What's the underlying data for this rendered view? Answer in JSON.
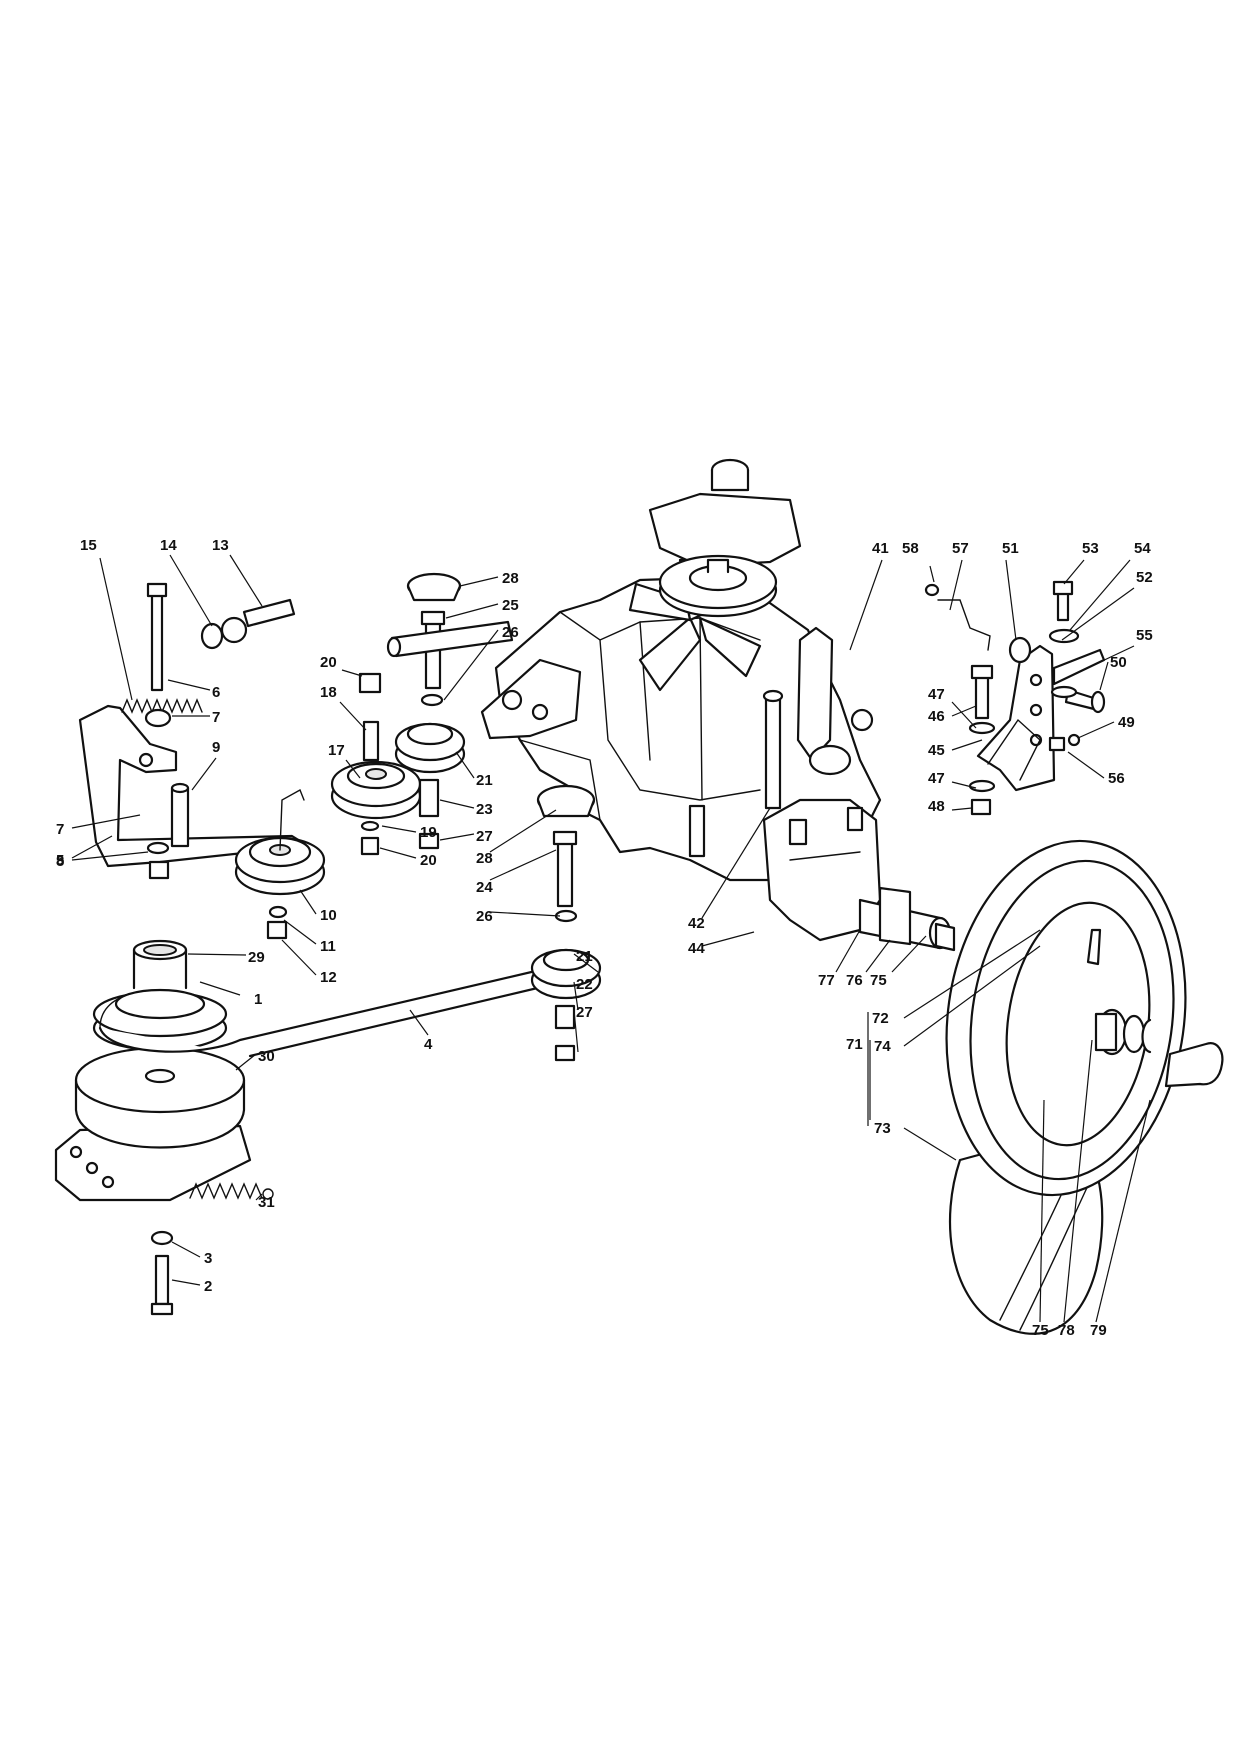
{
  "callouts": [
    "1",
    "2",
    "3",
    "4",
    "5",
    "6",
    "7",
    "7",
    "8",
    "9",
    "10",
    "11",
    "12",
    "13",
    "14",
    "15",
    "17",
    "18",
    "19",
    "20",
    "20",
    "21",
    "21",
    "22",
    "23",
    "24",
    "25",
    "26",
    "26",
    "27",
    "27",
    "28",
    "28",
    "29",
    "30",
    "31",
    "41",
    "42",
    "44",
    "45",
    "46",
    "47",
    "47",
    "48",
    "49",
    "50",
    "51",
    "52",
    "53",
    "54",
    "55",
    "56",
    "57",
    "58",
    "71",
    "72",
    "73",
    "74",
    "75",
    "75",
    "76",
    "77",
    "78",
    "79"
  ]
}
